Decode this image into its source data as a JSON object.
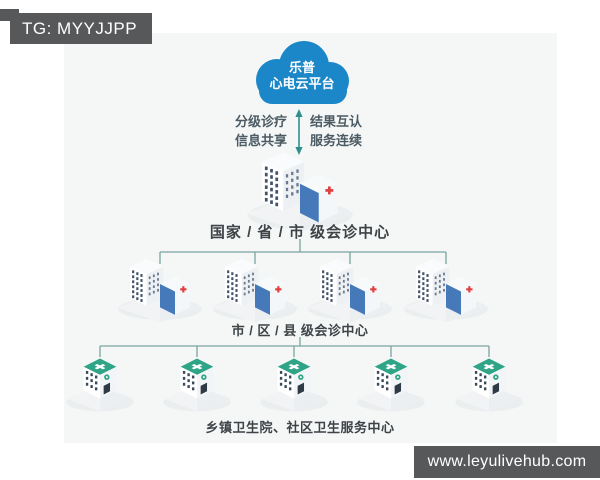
{
  "watermarks": {
    "top": "TG: MYYJJPP",
    "bottom": "www.leyulivehub.com",
    "bar_color": "#57585a"
  },
  "cloud": {
    "title_line1": "乐普",
    "title_line2": "心电云平台",
    "color": "#1b86c8"
  },
  "exchange_labels": {
    "left": [
      "分级诊疗",
      "信息共享"
    ],
    "right": [
      "结果互认",
      "服务连续"
    ],
    "arrow_color": "#2f8f8a"
  },
  "levels": [
    {
      "name": "level-1",
      "label": "国家 / 省 / 市 级会诊中心",
      "buildings": 1,
      "building_type": "hospital"
    },
    {
      "name": "level-2",
      "label": "市 / 区 / 县 级会诊中心",
      "buildings": 4,
      "building_type": "hospital"
    },
    {
      "name": "level-3",
      "label": "乡镇卫生院、社区卫生服务中心",
      "buildings": 5,
      "building_type": "clinic"
    }
  ],
  "colors": {
    "panel_bg": "#f5f7f6",
    "connector": "#7aa49f",
    "building_blue": "#4579ba",
    "clinic_green": "#2fa487",
    "cross_red": "#e04040",
    "label_text": "#3d4347"
  }
}
